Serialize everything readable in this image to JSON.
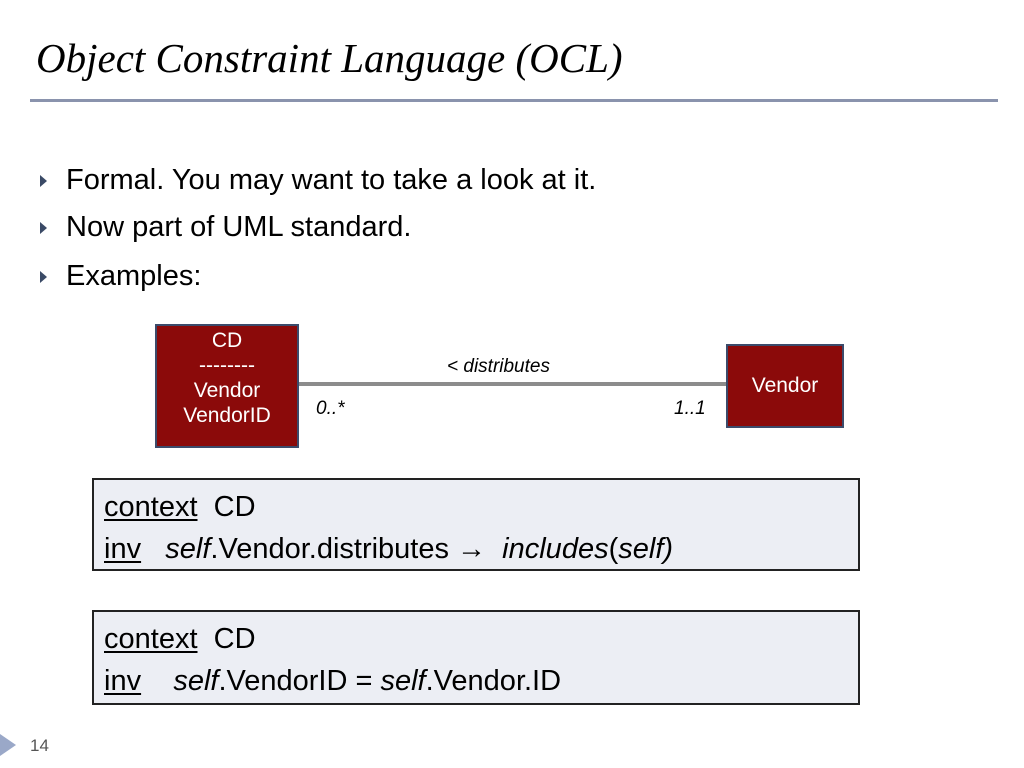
{
  "slide": {
    "title": "Object Constraint Language (OCL)",
    "page_number": "14"
  },
  "bullets": [
    "Formal. You may want to take a look at it.",
    "Now part of UML standard.",
    "Examples:"
  ],
  "diagram": {
    "cd_class": {
      "line1": "CD",
      "line2": "--------",
      "line3": "Vendor",
      "line4": "VendorID"
    },
    "vendor_class": {
      "name": "Vendor"
    },
    "association": {
      "name": "<  distributes",
      "left_multiplicity": "0..*",
      "right_multiplicity": "1..1"
    }
  },
  "constraints": [
    {
      "context_kw": "context",
      "context_name": "CD",
      "inv_kw": "inv",
      "self1": "self",
      "expr1": ".Vendor.distributes ",
      "arrow": "→",
      "op": "includes",
      "paren_open": "(",
      "self2": "self)"
    },
    {
      "context_kw": "context",
      "context_name": "CD",
      "inv_kw": "inv",
      "self1": "self",
      "expr1": ".VendorID  =  ",
      "self2": "self",
      "expr2": ".Vendor.ID"
    }
  ],
  "colors": {
    "class_fill": "#8b0a0a",
    "rule": "#8a93ad",
    "ocl_box_fill": "#eceef4"
  }
}
